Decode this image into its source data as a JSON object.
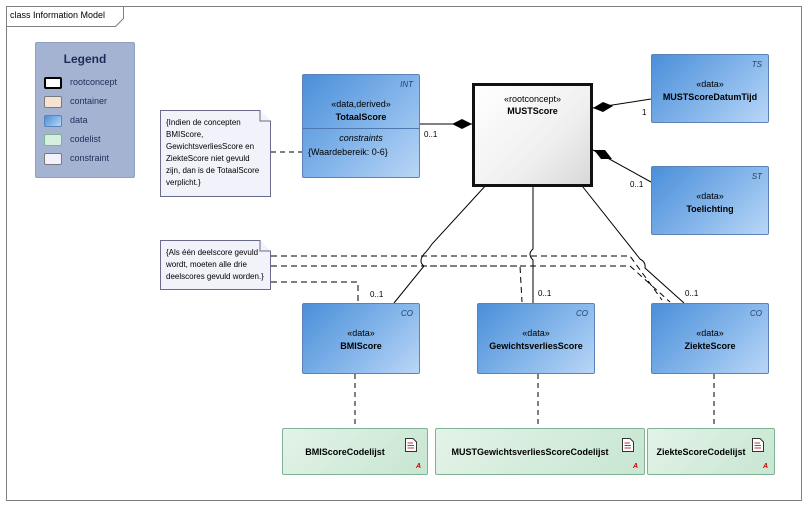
{
  "frame": {
    "title": "class Information Model"
  },
  "legend": {
    "title": "Legend",
    "items": [
      {
        "label": "rootconcept",
        "color": "#ffffff",
        "border": "#000000"
      },
      {
        "label": "container",
        "color": "#f6e3d3",
        "border": "#9a9a9a"
      },
      {
        "label": "data",
        "color": "#8ab9ec",
        "border": "#5b83b8"
      },
      {
        "label": "codelist",
        "color": "#d6efde",
        "border": "#7fb393"
      },
      {
        "label": "constraint",
        "color": "#f2f2fb",
        "border": "#9a9a9a"
      }
    ]
  },
  "root": {
    "stereotype": "«rootconcept»",
    "name": "MUSTScore"
  },
  "classes": {
    "totaal": {
      "tag": "INT",
      "stereotype": "«data,derived»",
      "name": "TotaalScore",
      "constraints_label": "constraints",
      "constraint": "{Waardebereik: 0-6}"
    },
    "datum": {
      "tag": "TS",
      "stereotype": "«data»",
      "name": "MUSTScoreDatumTijd"
    },
    "toelichting": {
      "tag": "ST",
      "stereotype": "«data»",
      "name": "Toelichting"
    },
    "bmi": {
      "tag": "CO",
      "stereotype": "«data»",
      "name": "BMIScore"
    },
    "gewicht": {
      "tag": "CO",
      "stereotype": "«data»",
      "name": "GewichtsverliesScore"
    },
    "ziekte": {
      "tag": "CO",
      "stereotype": "«data»",
      "name": "ZiekteScore"
    }
  },
  "codelists": {
    "bmi": {
      "name": "BMIScoreCodelijst"
    },
    "gewicht": {
      "name": "MUSTGewichtsverliesScoreCodelijst"
    },
    "ziekte": {
      "name": "ZiekteScoreCodelijst"
    }
  },
  "codelist_marker": "A",
  "notes": {
    "totaal": "{Indien de concepten\nBMIScore,\nGewichtsverliesScore en\nZiekteScore niet gevuld\nzijn, dan is de TotaalScore\nverplicht.}",
    "deelscore": "{Als één deelscore gevuld\nwordt, moeten alle drie\ndeelscores gevuld worden.}"
  },
  "multiplicities": {
    "totaal": "0..1",
    "datum": "1",
    "toelichting": "0..1",
    "bmi": "0..1",
    "gewicht": "0..1",
    "ziekte": "0..1"
  }
}
